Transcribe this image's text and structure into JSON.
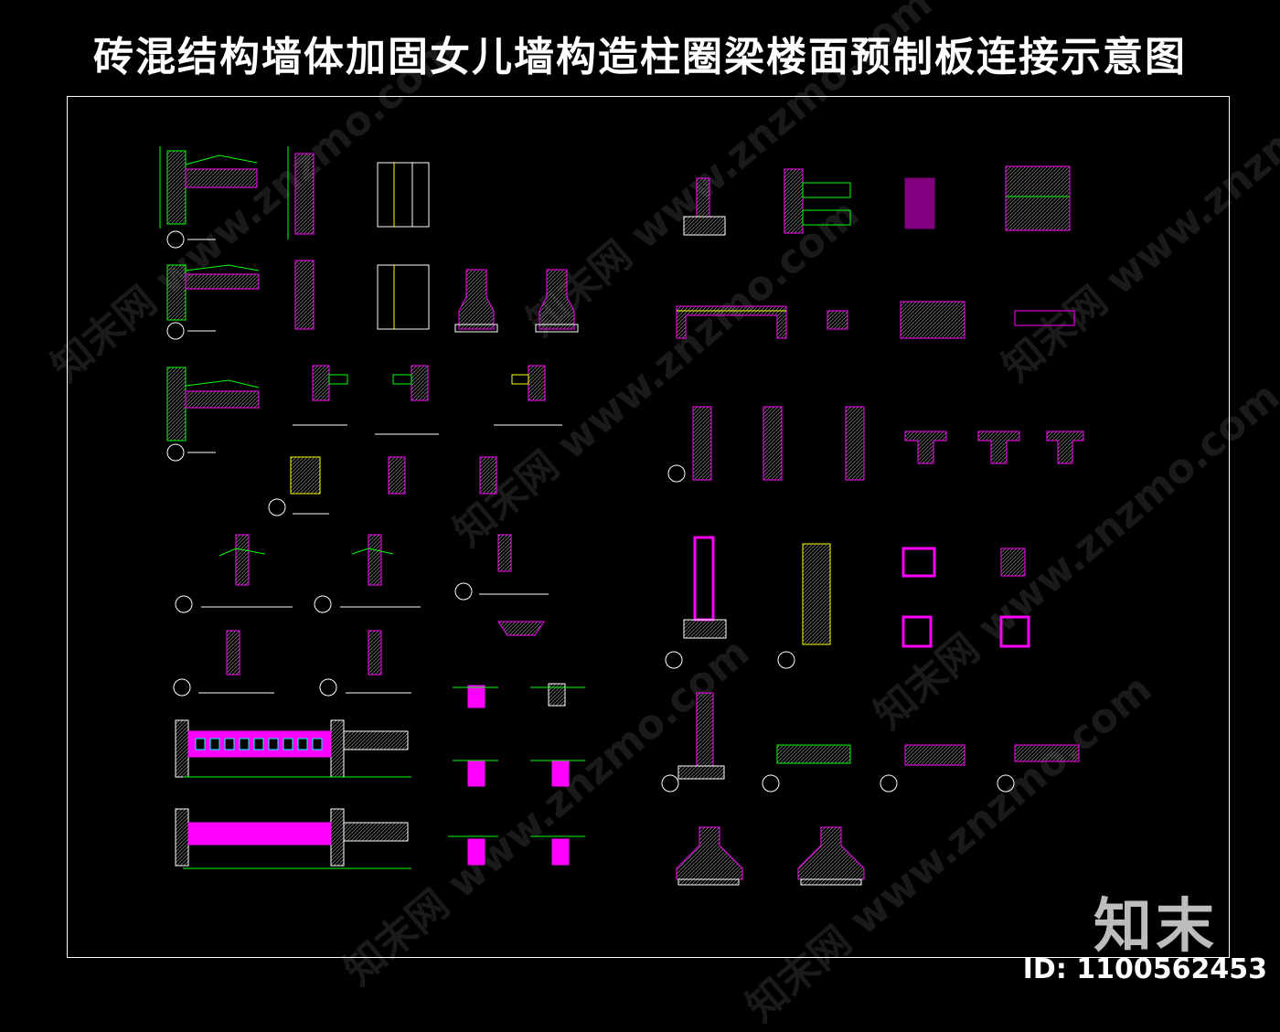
{
  "title": "砖混结构墙体加固女儿墙构造柱圈梁楼面预制板连接示意图",
  "watermark": "知末网 www.znzmo.com",
  "brand": "知末",
  "doc_id": "ID: 1100562453",
  "colors": {
    "background": "#000000",
    "frame": "#ffffff",
    "cad_green": "#00ff00",
    "cad_magenta": "#ff00ff",
    "cad_yellow": "#ffff00",
    "cad_white": "#ffffff",
    "cad_cyan": "#00ffff"
  }
}
